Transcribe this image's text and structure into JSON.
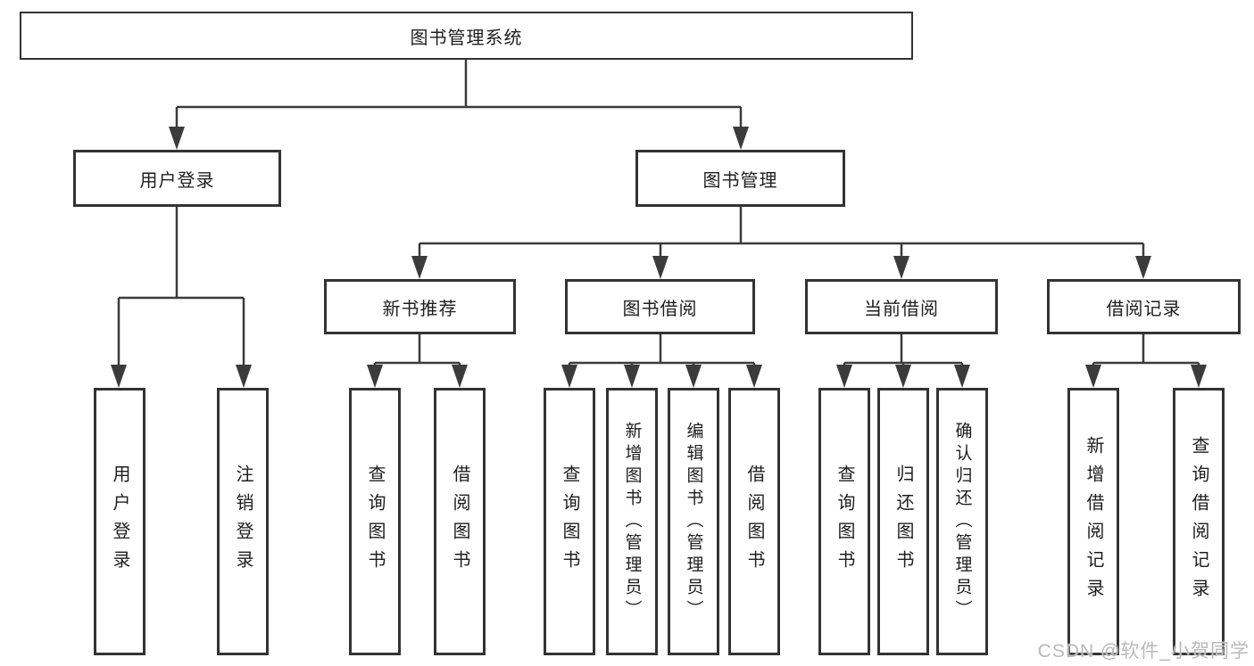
{
  "diagram": {
    "type": "hierarchy-tree",
    "title": "图书管理系统"
  },
  "colors": {
    "line": "#3b3b3b",
    "box_border": "#333333",
    "box_fill": "#ffffff",
    "text": "#1e1e1e",
    "watermark": "#b9b9b9",
    "background": "#ffffff"
  },
  "tree": {
    "root": {
      "label": "图书管理系统"
    },
    "branches": [
      {
        "label": "用户登录",
        "children": [
          "用户登录",
          "注销登录"
        ]
      },
      {
        "label": "图书管理",
        "sections": [
          {
            "label": "新书推荐",
            "children": [
              "查询图书",
              "借阅图书"
            ]
          },
          {
            "label": "图书借阅",
            "children": [
              "查询图书",
              "新增图书（管理员）",
              "编辑图书（管理员）",
              "借阅图书"
            ]
          },
          {
            "label": "当前借阅",
            "children": [
              "查询图书",
              "归还图书",
              "确认归还（管理员）"
            ]
          },
          {
            "label": "借阅记录",
            "children": [
              "新增借阅记录",
              "查询借阅记录"
            ]
          }
        ]
      }
    ]
  },
  "watermark": {
    "text": "CSDN @软件_小贺同学"
  }
}
